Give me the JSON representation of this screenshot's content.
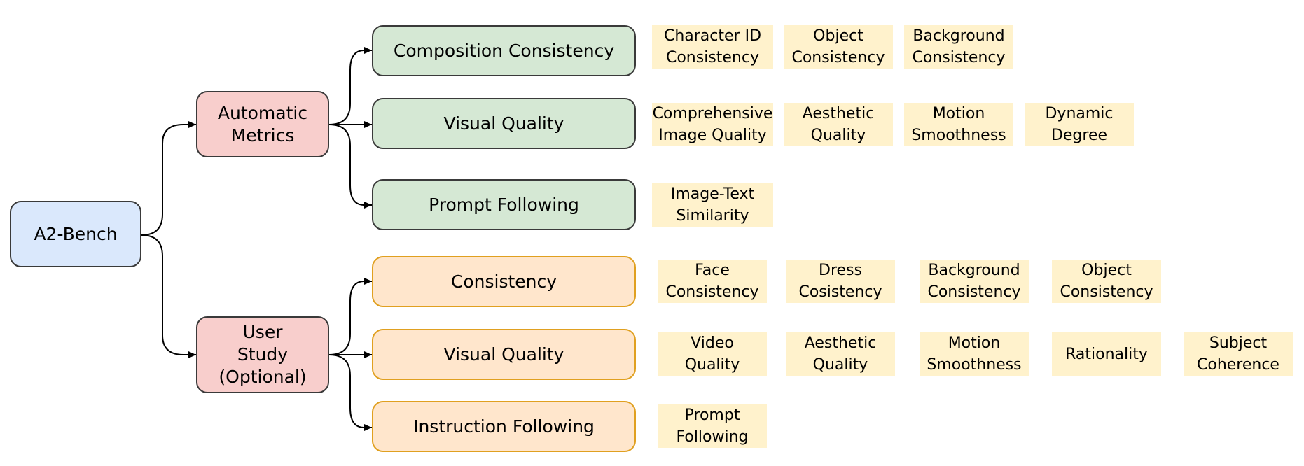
{
  "root": {
    "label": "A2-Bench"
  },
  "automatic": {
    "label": "Automatic\nMetrics",
    "categories": [
      {
        "label": "Composition Consistency",
        "leaves": [
          "Character ID\nConsistency",
          "Object\nConsistency",
          "Background\nConsistency"
        ]
      },
      {
        "label": "Visual Quality",
        "leaves": [
          "Comprehensive\nImage Quality",
          "Aesthetic\nQuality",
          "Motion\nSmoothness",
          "Dynamic\nDegree"
        ]
      },
      {
        "label": "Prompt Following",
        "leaves": [
          "Image-Text\nSimilarity"
        ]
      }
    ]
  },
  "user_study": {
    "label": "User\nStudy\n(Optional)",
    "categories": [
      {
        "label": "Consistency",
        "leaves": [
          "Face\nConsistency",
          "Dress\nCosistency",
          "Background\nConsistency",
          "Object\nConsistency"
        ]
      },
      {
        "label": "Visual Quality",
        "leaves": [
          "Video\nQuality",
          "Aesthetic\nQuality",
          "Motion\nSmoothness",
          "Rationality",
          "Subject\nCoherence"
        ]
      },
      {
        "label": "Instruction Following",
        "leaves": [
          "Prompt\nFollowing"
        ]
      }
    ]
  }
}
